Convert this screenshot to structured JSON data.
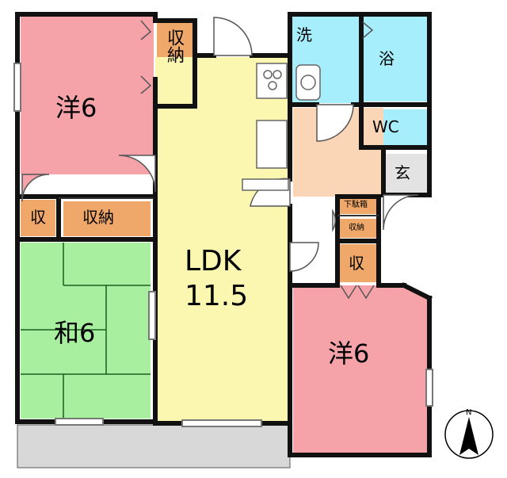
{
  "floorplan": {
    "rooms": {
      "western_room_top": "洋6",
      "closet_top": "収納",
      "ldk_line1": "LDK",
      "ldk_line2": "11.5",
      "washroom": "洗",
      "bath": "浴",
      "toilet": "WC",
      "entrance": "玄",
      "shoe_closet": "下駄箱",
      "storage_small": "収納",
      "storage_right": "収",
      "storage_left_small": "収",
      "storage_left": "収納",
      "japanese_room": "和6",
      "western_room_bottom": "洋6"
    },
    "compass": {
      "north_label": "N"
    }
  },
  "colors": {
    "western_room": "#f5a3a8",
    "closet": "#f0a86a",
    "ldk": "#fbf6b0",
    "wet_area": "#a6eefc",
    "hallway": "#fbd6b6",
    "japanese_room": "#a8f0a0",
    "entrance": "#e6e6e6",
    "balcony": "#d6d6d6",
    "wall": "#111111"
  }
}
